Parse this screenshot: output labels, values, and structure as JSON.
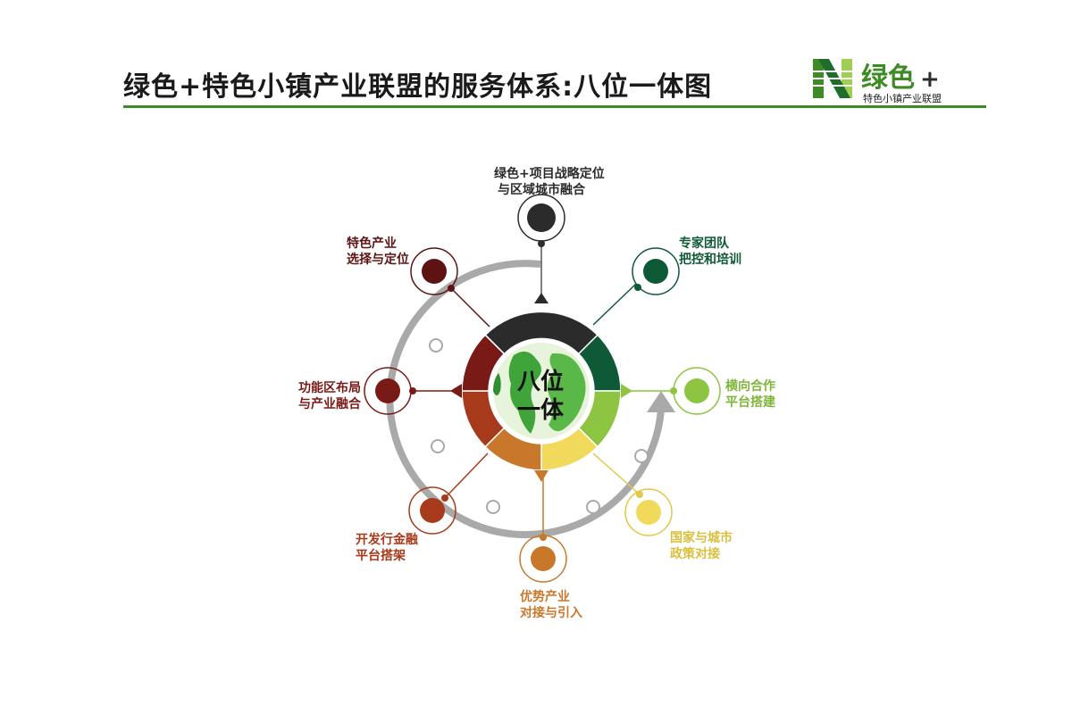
{
  "header": {
    "title": "绿色+特色小镇产业联盟的服务体系:八位一体图",
    "logo_main": "绿色",
    "logo_plus": "+",
    "logo_sub": "特色小镇产业联盟"
  },
  "hub": {
    "line1": "八位",
    "line2": "一体"
  },
  "nodes": [
    {
      "line1": "绿色+项目战略定位",
      "line2": "与区域城市融合",
      "color": "#2b2b2b"
    },
    {
      "line1": "专家团队",
      "line2": "把控和培训",
      "color": "#0e5a36"
    },
    {
      "line1": "横向合作",
      "line2": "平台搭建",
      "color": "#8dc441"
    },
    {
      "line1": "国家与城市",
      "line2": "政策对接",
      "color": "#f1d95c"
    },
    {
      "line1": "优势产业",
      "line2": "对接与引入",
      "color": "#c9782b"
    },
    {
      "line1": "开发行金融",
      "line2": "平台搭架",
      "color": "#a83a1c"
    },
    {
      "line1": "功能区布局",
      "line2": "与产业融合",
      "color": "#7a1a16"
    },
    {
      "line1": "特色产业",
      "line2": "选择与定位",
      "color": "#5e1212"
    }
  ],
  "colors": {
    "brand_green": "#3e8a26",
    "text_dark": "#1a1a1a"
  }
}
